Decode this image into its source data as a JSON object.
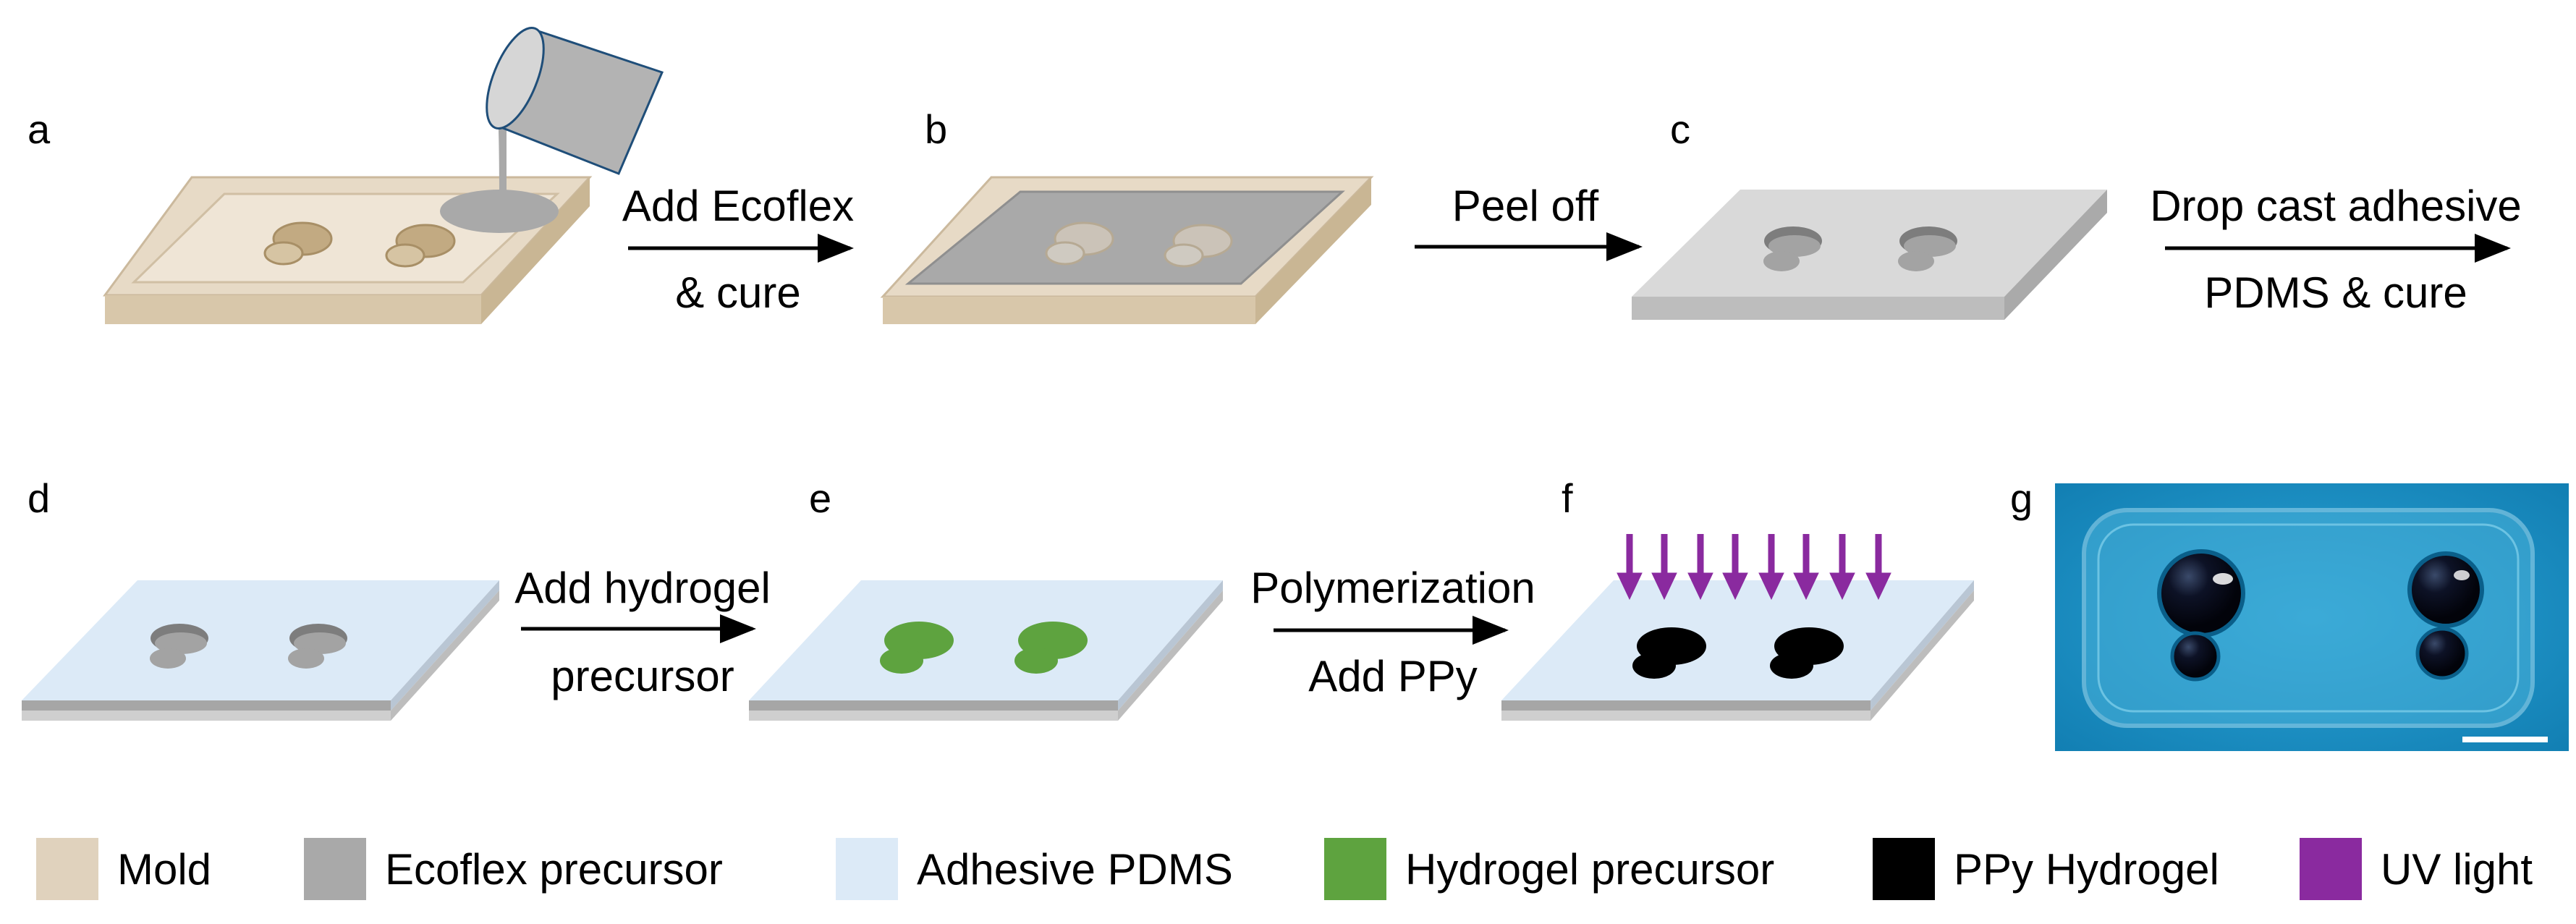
{
  "panels": {
    "a": "a",
    "b": "b",
    "c": "c",
    "d": "d",
    "e": "e",
    "f": "f",
    "g": "g"
  },
  "steps": {
    "add_ecoflex_line1": "Add Ecoflex",
    "add_ecoflex_line2": "& cure",
    "peel_off": "Peel off",
    "drop_cast_line1": "Drop cast adhesive",
    "drop_cast_line2": "PDMS & cure",
    "add_hydrogel_line1": "Add hydrogel",
    "add_hydrogel_line2": "precursor",
    "polymerization_line1": "Polymerization",
    "polymerization_line2": "Add PPy"
  },
  "legend": [
    {
      "label": "Mold",
      "color": "#e0d2bd"
    },
    {
      "label": "Ecoflex precursor",
      "color": "#a9a9a9"
    },
    {
      "label": "Adhesive PDMS",
      "color": "#dceaf7"
    },
    {
      "label": "Hydrogel precursor",
      "color": "#5ea33f"
    },
    {
      "label": "PPy Hydrogel",
      "color": "#000000"
    },
    {
      "label": "UV light",
      "color": "#8a2a9f"
    }
  ],
  "colors": {
    "mold": "#e0d2bd",
    "mold_cavity": "#c2aa82",
    "ecoflex": "#a9a9a9",
    "ecoflex_sheet": "#d9d9d9",
    "adhesive_pdms": "#dceaf7",
    "hydrogel": "#5ea33f",
    "ppy": "#000000",
    "uv": "#8a2a9f",
    "photo_background": "#1a8fc2"
  }
}
